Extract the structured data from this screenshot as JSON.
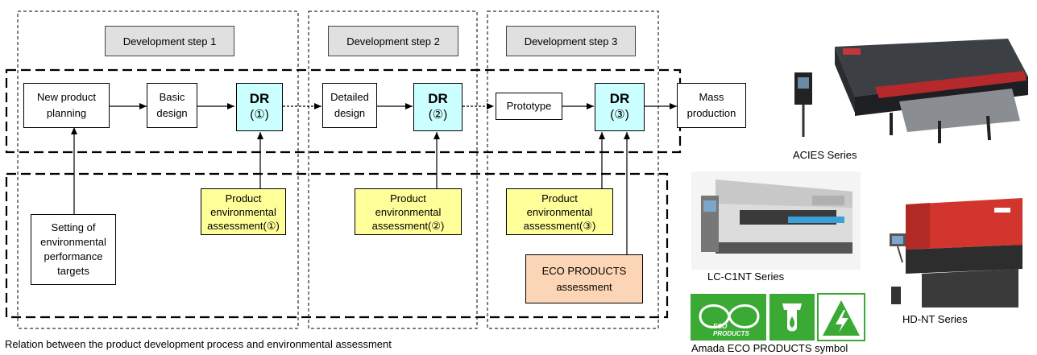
{
  "steps": [
    {
      "label": "Development step 1"
    },
    {
      "label": "Development step 2"
    },
    {
      "label": "Development step 3"
    }
  ],
  "process": {
    "new_product_planning": [
      "New product",
      "planning"
    ],
    "basic_design": [
      "Basic",
      "design"
    ],
    "dr1": {
      "title": "DR",
      "num": "(①)"
    },
    "detailed_design": [
      "Detailed",
      "design"
    ],
    "dr2": {
      "title": "DR",
      "num": "(②)"
    },
    "prototype": "Prototype",
    "dr3": {
      "title": "DR",
      "num": "(③)"
    },
    "mass_production": [
      "Mass",
      "production"
    ]
  },
  "assessments": {
    "targets": [
      "Setting of",
      "environmental",
      "performance",
      "targets"
    ],
    "pea1": [
      "Product",
      "environmental",
      "assessment(①)"
    ],
    "pea2": [
      "Product",
      "environmental",
      "assessment(②)"
    ],
    "pea3": [
      "Product",
      "environmental",
      "assessment(③)"
    ],
    "eco": [
      "ECO PRODUCTS",
      "assessment"
    ]
  },
  "caption": "Relation between the product development process and environmental assessment",
  "products": {
    "acies": "ACIES Series",
    "lc": "LC-C1NT Series",
    "hd": "HD-NT Series",
    "symbol": "Amada ECO PRODUCTS symbol",
    "logo_text": [
      "ECO",
      "PRODUCTS"
    ]
  },
  "colors": {
    "dr_fill": "#ccffff",
    "assessment_fill": "#ffff99",
    "eco_fill": "#fbd5b5",
    "step_fill": "#e0e0e0",
    "logo_green": "#3aaa35"
  }
}
